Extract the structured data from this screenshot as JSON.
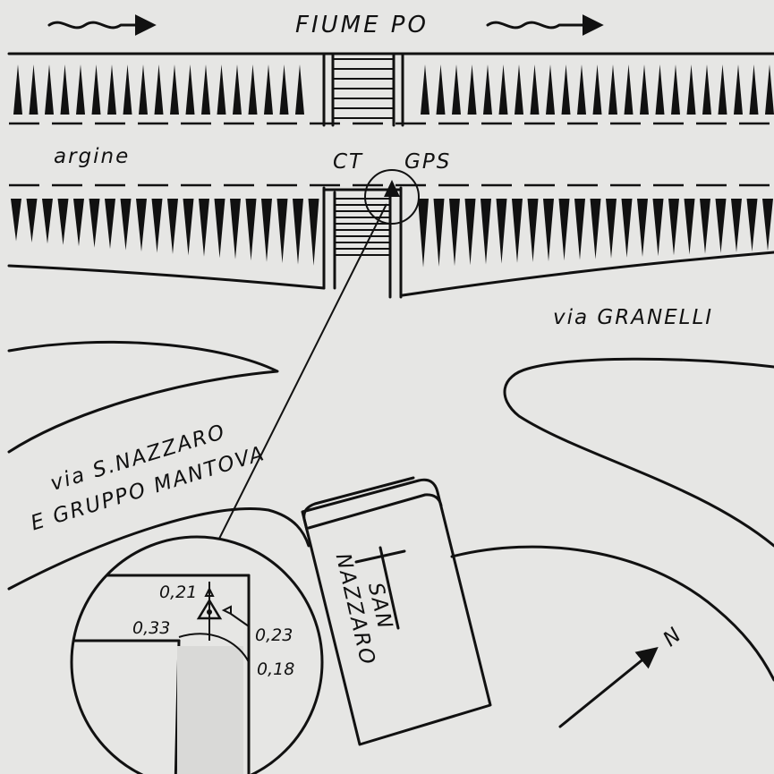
{
  "labels": {
    "river": "FIUME PO",
    "embankment": "argine",
    "ct": "CT",
    "gps": "GPS",
    "road_granelli": "via GRANELLI",
    "road_snazzaro_line1": "via S.NAZZARO",
    "road_snazzaro_line2": "E GRUPPO MANTOVA",
    "church_line1": "SAN",
    "church_line2": "NAZZARO",
    "north": "N"
  },
  "inset": {
    "measurements": [
      "0,21",
      "0,33",
      "0,23",
      "0,18"
    ]
  },
  "icons": {
    "river_flow": "wavy-arrow",
    "benchmark": "triangle-marker",
    "north_arrow": "arrow"
  }
}
